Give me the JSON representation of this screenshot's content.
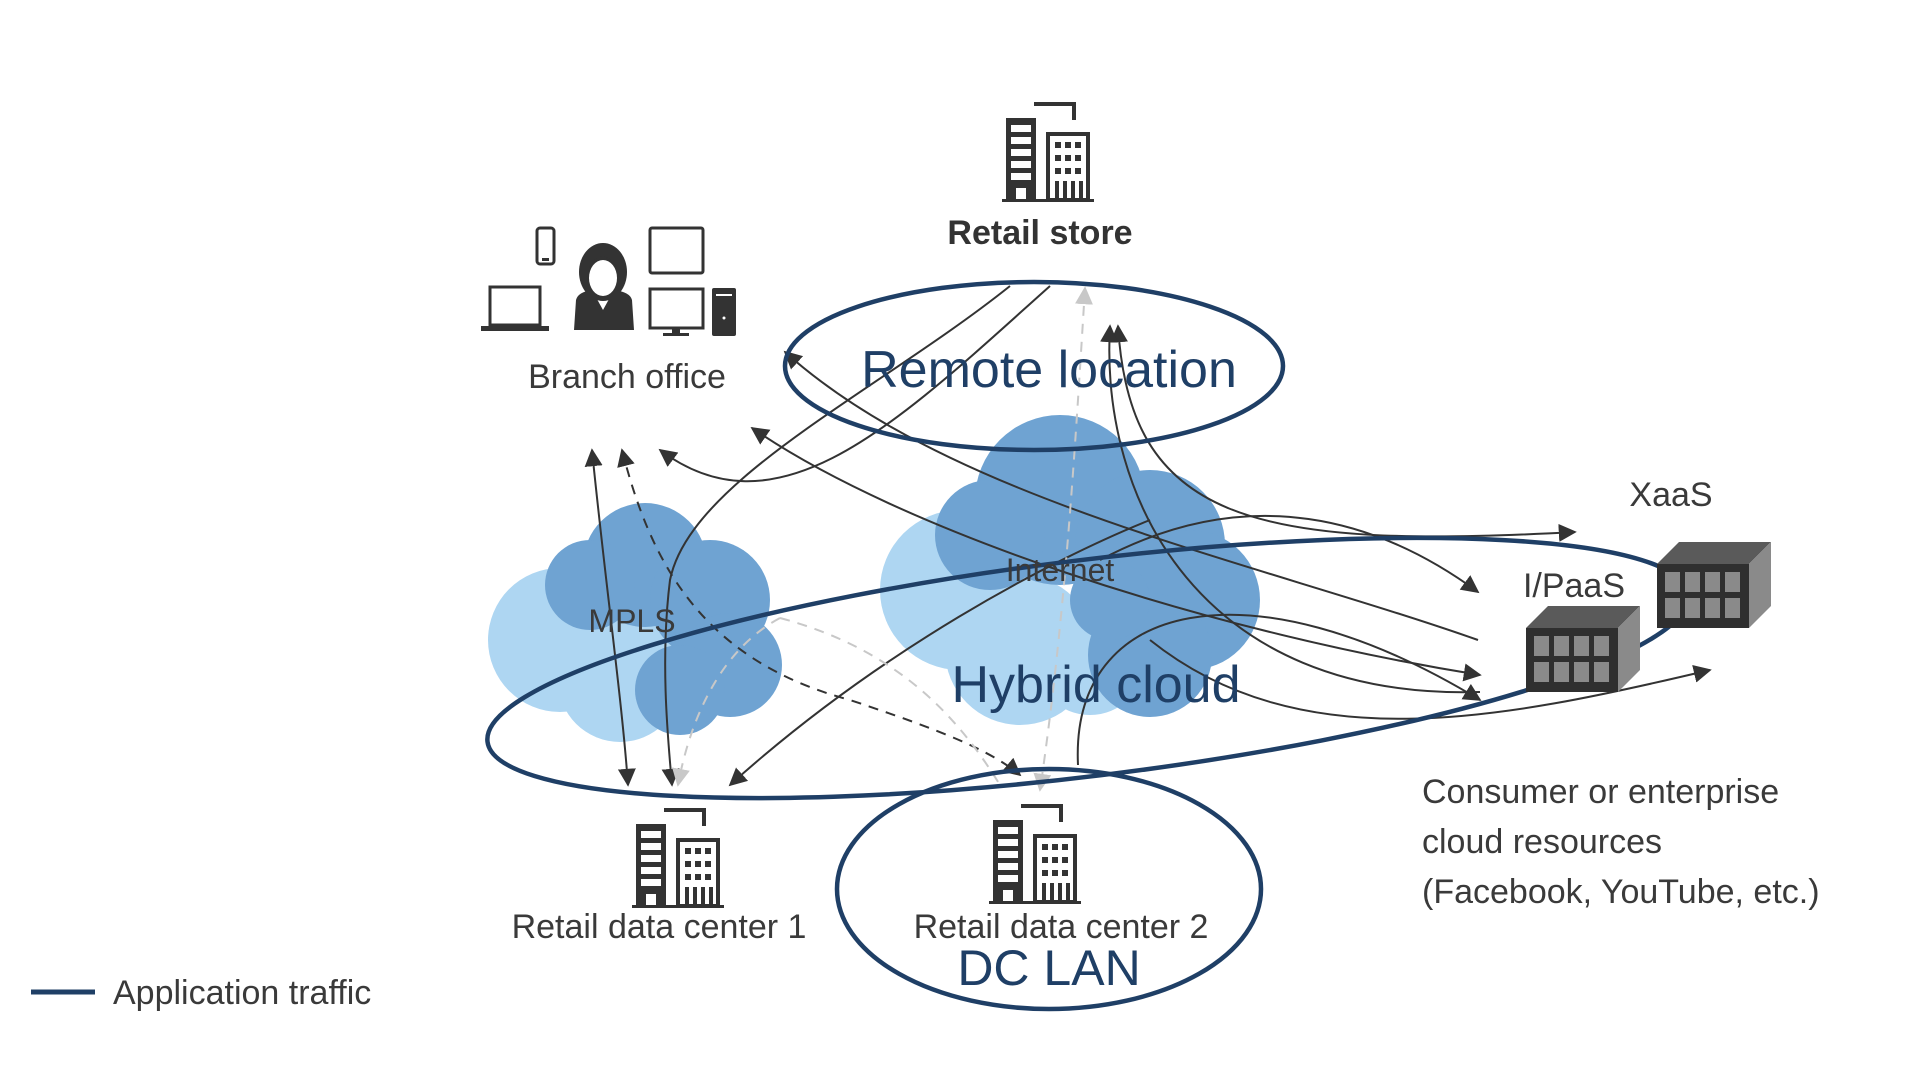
{
  "nodes": {
    "retail_store": {
      "label": "Retail store",
      "icon": "building-icon"
    },
    "branch_office": {
      "label": "Branch office",
      "icons": [
        "smartphone-icon",
        "user-icon",
        "tablet-icon",
        "laptop-icon",
        "desktop-icon"
      ]
    },
    "data_center_1": {
      "label": "Retail data center 1",
      "icon": "building-icon"
    },
    "data_center_2": {
      "label": "Retail data center 2",
      "icon": "building-icon"
    },
    "mpls": {
      "label": "MPLS",
      "icon": "cloud-icon"
    },
    "internet": {
      "label": "Internet",
      "icon": "cloud-icon"
    },
    "xaas": {
      "label": "XaaS",
      "icon": "server-box-icon"
    },
    "ipaas": {
      "label": "I/PaaS",
      "icon": "server-box-icon"
    }
  },
  "zones": {
    "remote_location": "Remote location",
    "hybrid_cloud": "Hybrid cloud",
    "dc_lan": "DC LAN"
  },
  "cloud_resources": {
    "lines": [
      "Consumer or enterprise",
      "cloud resources",
      "(Facebook, YouTube, etc.)"
    ]
  },
  "legend": {
    "items": [
      {
        "label": "Application traffic",
        "color": "#1f3f66"
      }
    ]
  },
  "colors": {
    "zone_outline": "#1f3f66",
    "cloud_dark": "#6fa3d2",
    "cloud_light": "#aed6f2",
    "flow": "#333333",
    "flow_light": "#c8c8c8",
    "icon": "#333333"
  }
}
